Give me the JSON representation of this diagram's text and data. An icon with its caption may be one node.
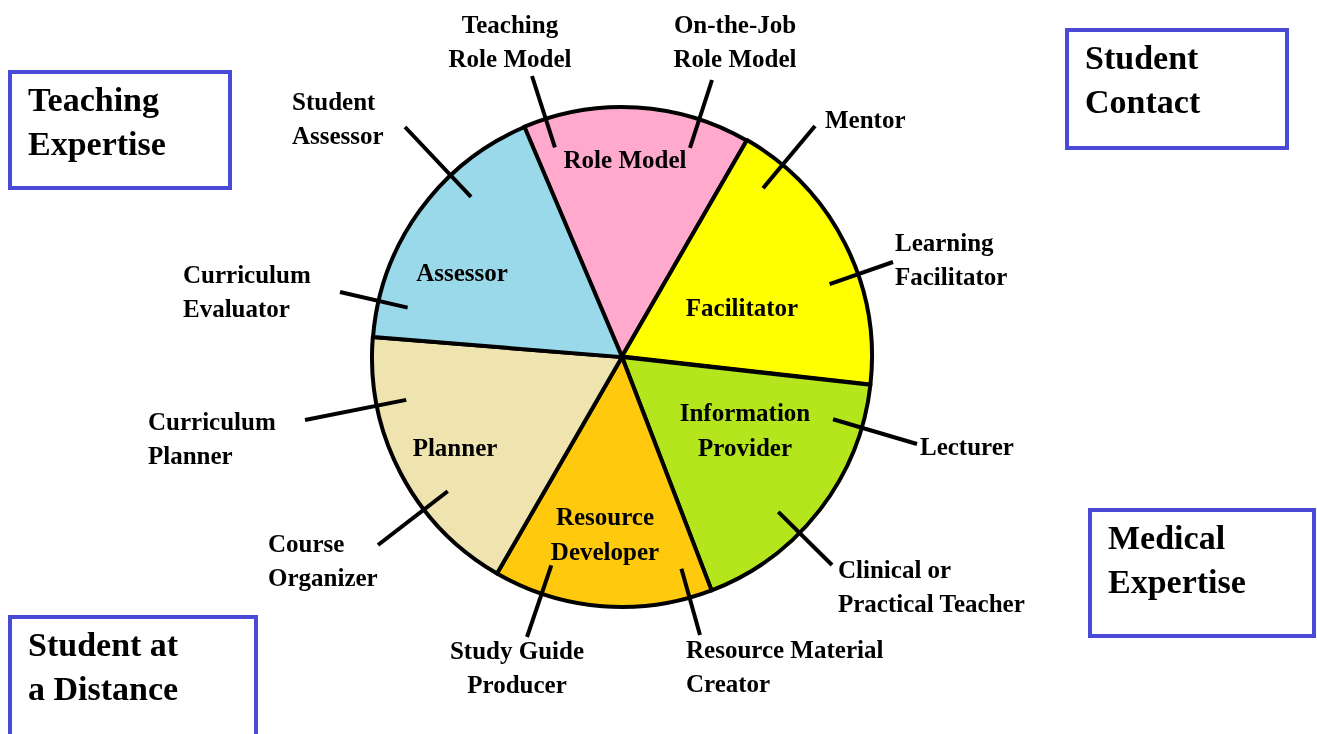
{
  "diagram": {
    "nodes": [
      {
        "text": [
          "Teaching Expertise"
        ]
      },
      {
        "text": [
          "Student Contact"
        ]
      },
      {
        "text": [
          "Medical Expertise"
        ]
      },
      {
        "text": [
          "Student at a Distance"
        ]
      },
      {
        "text": [
          "Role Model"
        ]
      },
      {
        "text": [
          "Facilitator"
        ]
      },
      {
        "text": [
          "Information Provider"
        ]
      },
      {
        "text": [
          "Resource Developer"
        ]
      },
      {
        "text": [
          "Planner"
        ]
      },
      {
        "text": [
          "Assessor"
        ]
      },
      {
        "text": [
          "Teaching Role Model"
        ]
      },
      {
        "text": [
          "On-the-Job Role Model"
        ]
      },
      {
        "text": [
          "Mentor"
        ]
      },
      {
        "text": [
          "Learning Facilitator"
        ]
      },
      {
        "text": [
          "Lecturer"
        ]
      },
      {
        "text": [
          "Clinical or Practical Teacher"
        ]
      },
      {
        "text": [
          "Resource Material Creator"
        ]
      },
      {
        "text": [
          "Study Guide Producer"
        ]
      },
      {
        "text": [
          "Course Organizer"
        ]
      },
      {
        "text": [
          "Curriculum Planner"
        ]
      },
      {
        "text": [
          "Curriculum Evaluator"
        ]
      },
      {
        "text": [
          "Student Assessor"
        ]
      }
    ],
    "edges": [
      {
        "from": 10,
        "to": 4,
        "arrow": "none"
      },
      {
        "from": 11,
        "to": 4,
        "arrow": "none"
      },
      {
        "from": 12,
        "to": 5,
        "arrow": "none"
      },
      {
        "from": 13,
        "to": 5,
        "arrow": "none"
      },
      {
        "from": 14,
        "to": 6,
        "arrow": "none"
      },
      {
        "from": 15,
        "to": 6,
        "arrow": "none"
      },
      {
        "from": 16,
        "to": 7,
        "arrow": "none"
      },
      {
        "from": 17,
        "to": 7,
        "arrow": "none"
      },
      {
        "from": 18,
        "to": 8,
        "arrow": "none"
      },
      {
        "from": 19,
        "to": 8,
        "arrow": "none"
      },
      {
        "from": 20,
        "to": 9,
        "arrow": "none"
      },
      {
        "from": 21,
        "to": 9,
        "arrow": "none"
      }
    ]
  }
}
